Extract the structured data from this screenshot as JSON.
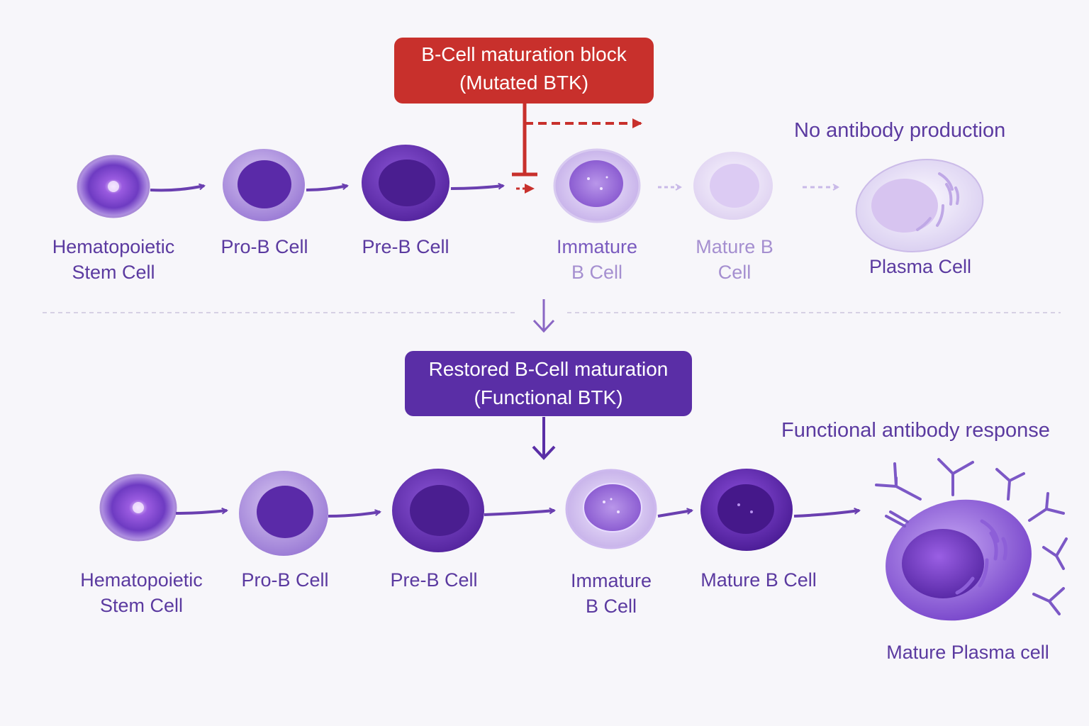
{
  "top": {
    "block_box": {
      "line1": "B-Cell maturation block",
      "line2": "(Mutated BTK)"
    },
    "outcome": "No antibody production",
    "stages": [
      {
        "line1": "Hematopoietic",
        "line2": "Stem Cell"
      },
      {
        "line1": "Pro-B Cell",
        "line2": ""
      },
      {
        "line1": "Pre-B Cell",
        "line2": ""
      },
      {
        "line1": "Immature",
        "line2": "B Cell"
      },
      {
        "line1": "Mature B",
        "line2": "Cell"
      },
      {
        "line1": "Plasma Cell",
        "line2": ""
      }
    ]
  },
  "bottom": {
    "restore_box": {
      "line1": "Restored B-Cell maturation",
      "line2": "(Functional BTK)"
    },
    "outcome": "Functional antibody response",
    "stages": [
      {
        "line1": "Hematopoietic",
        "line2": "Stem Cell"
      },
      {
        "line1": "Pro-B Cell",
        "line2": ""
      },
      {
        "line1": "Pre-B Cell",
        "line2": ""
      },
      {
        "line1": "Immature",
        "line2": "B Cell"
      },
      {
        "line1": "Mature B Cell",
        "line2": ""
      },
      {
        "line1": "Mature Plasma cell",
        "line2": ""
      }
    ]
  },
  "colors": {
    "block": "#c8302c",
    "restore": "#5a2ea6",
    "arrow": "#6a3fb0",
    "faded": "#c9b9e8"
  }
}
